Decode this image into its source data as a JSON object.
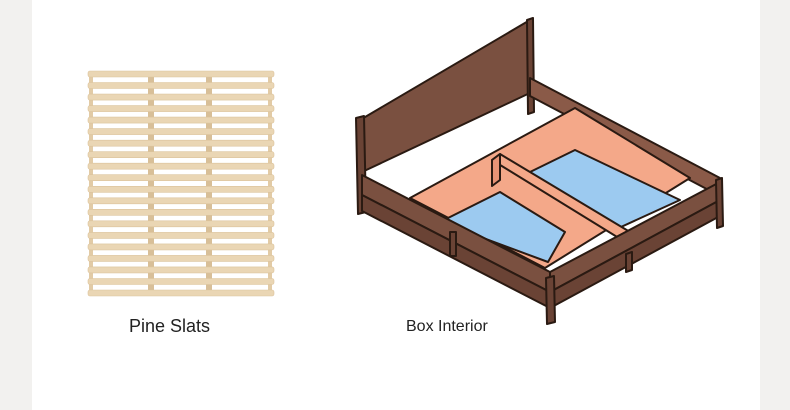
{
  "captions": {
    "pine_slats": "Pine Slats",
    "box_interior": "Box Interior"
  },
  "colors": {
    "page_background": "#f2f1ef",
    "panel_background": "#ffffff",
    "slat_wood": "#ead6b4",
    "bed_frame_walnut": "#7a5040",
    "frame_outline": "#2a1a12",
    "box_divider_peach": "#f4a889",
    "box_floor_blue": "#9ccaf0"
  },
  "icons": [
    "pine-slat-frame-illustration",
    "storage-bed-box-interior-illustration"
  ]
}
